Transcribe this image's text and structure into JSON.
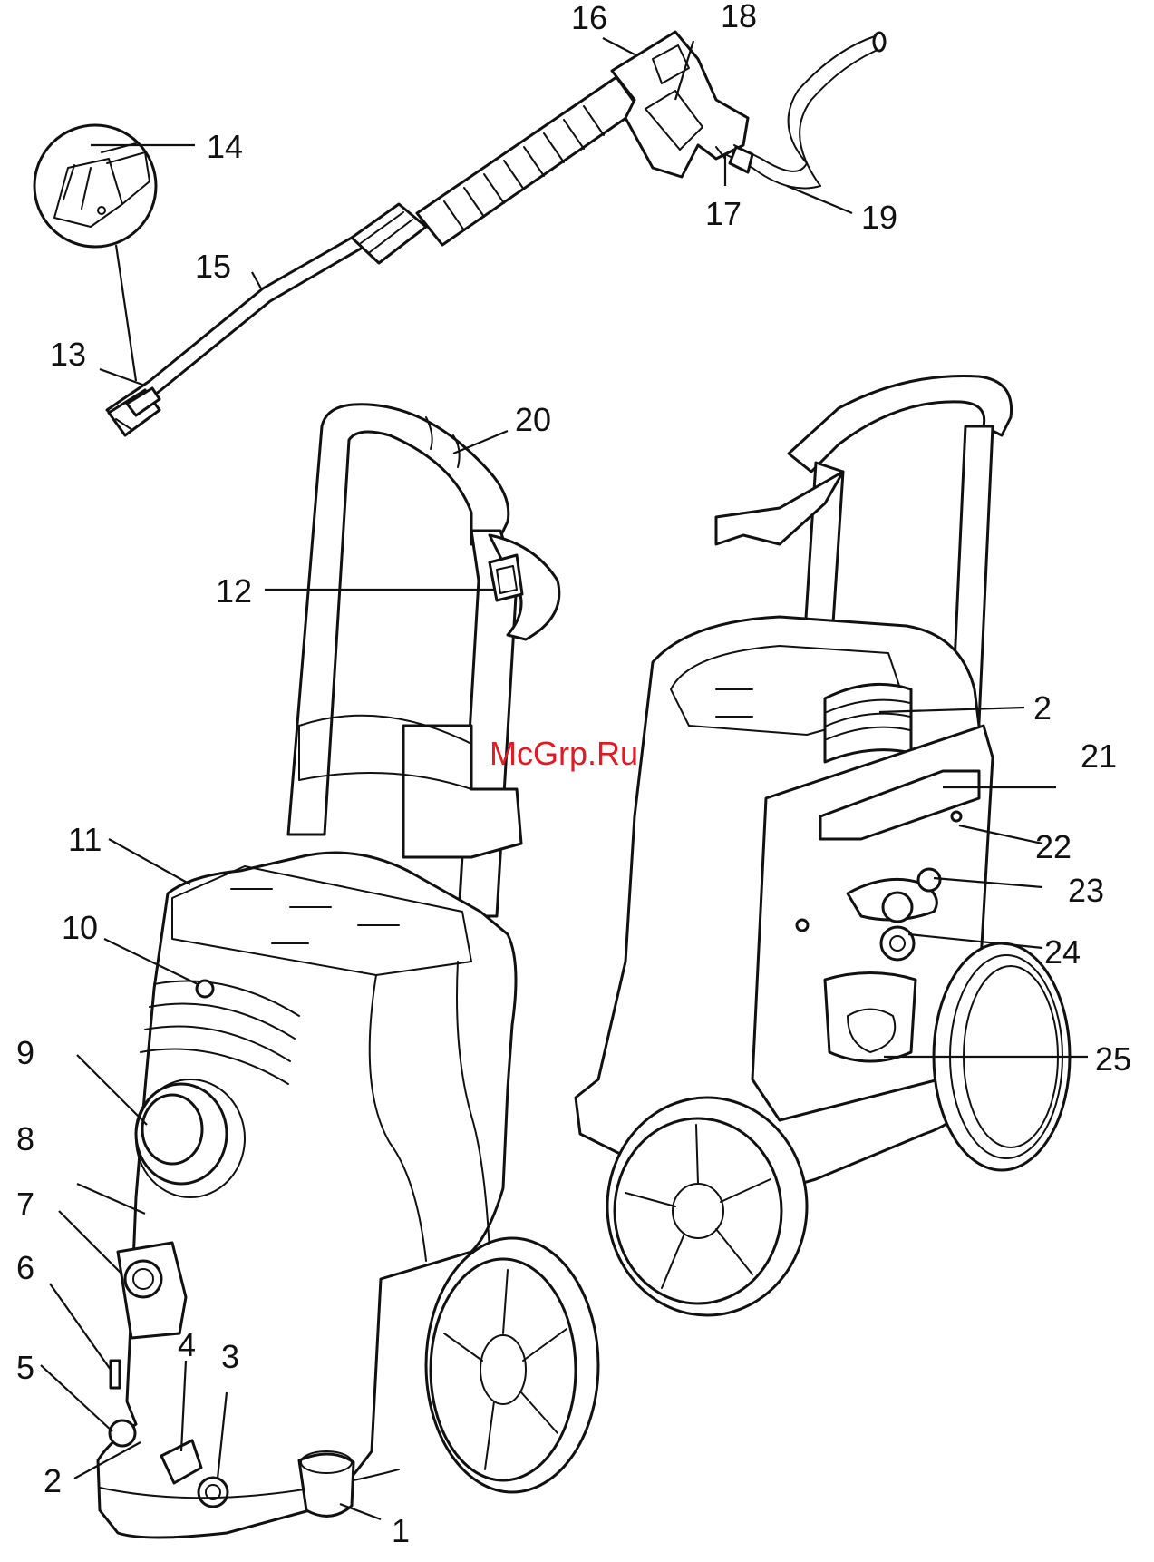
{
  "watermark": "McGrp.Ru",
  "callouts": {
    "c1": "1",
    "c2a": "2",
    "c2b": "2",
    "c3": "3",
    "c4": "4",
    "c5": "5",
    "c6": "6",
    "c7": "7",
    "c8": "8",
    "c9": "9",
    "c10": "10",
    "c11": "11",
    "c12": "12",
    "c13": "13",
    "c14": "14",
    "c15": "15",
    "c16": "16",
    "c17": "17",
    "c18": "18",
    "c19": "19",
    "c20": "20",
    "c21": "21",
    "c22": "22",
    "c23": "23",
    "c24": "24",
    "c25": "25"
  },
  "colors": {
    "line": "#111111",
    "watermark": "#e01b24",
    "background": "#ffffff"
  }
}
